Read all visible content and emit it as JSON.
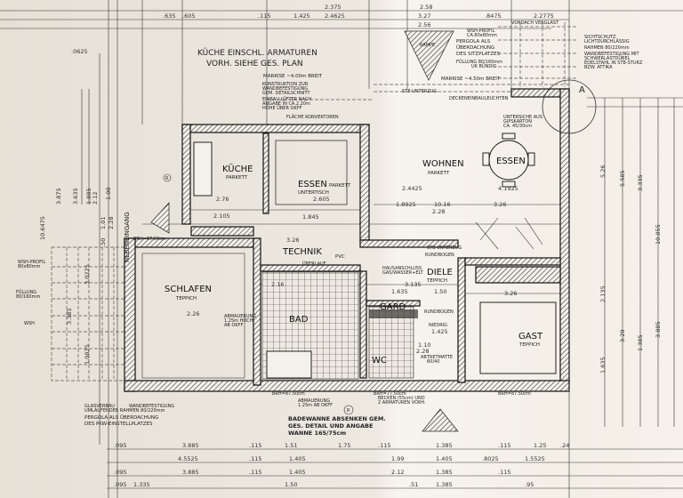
{
  "rooms": {
    "kueche": "KÜCHE",
    "kueche_floor": "PARKETT",
    "essen1": "ESSEN",
    "essen1_sub": "UNTERTISCH",
    "essen1_floor": "PARKETT",
    "wohnen": "WOHNEN",
    "wohnen_floor": "PARKETT",
    "essen2": "ESSEN",
    "schlafen": "SCHLAFEN",
    "schlafen_floor": "TEPPICH",
    "technik": "TECHNIK",
    "pvc": "PVC",
    "bad": "BAD",
    "diele": "DIELE",
    "diele_floor": "TEPPICH",
    "gard": "GARD",
    "gast": "GAST",
    "gast_floor": "TEPPICH",
    "wc": "WC",
    "nebeneingang": "NEBENEINGANG",
    "rampe": "RAMPE"
  },
  "notes": {
    "kueche_note": [
      "KÜCHE EINSCHL. ARMATUREN",
      "VORH. SIEHE GES. PLAN"
    ],
    "markise1": "MARKISE ~4.00m BREIT",
    "konstruktion": [
      "KONSTRUKTION ZUR",
      "WANDBEFESTIGUNG",
      "GEM. DETAILSCHNITT"
    ],
    "luefter": [
      "EINBAU LÜFTER NACH",
      "ANGABE IN CA.2.20m",
      "HÖHE ÜBER OKFF"
    ],
    "konvektoren": "FLÄCHE KONVEKTOREN",
    "pergola_sitz": [
      "PERGOLA ALS",
      "ÜBERDACHUNG",
      "DES SITZPLATZES"
    ],
    "fuellung_top": [
      "FÜLLUNG 80/160mm",
      "UK BÜNDIG"
    ],
    "markise2": "MARKISE ~4.50m BREIT",
    "unterzug_top": "STB UNTERZUG",
    "leuchten": "DECKENEINBAULEUCHTEN",
    "untersicht": [
      "UNTERSICHE AUS",
      "GIPSKARTON",
      "CA. 45/30cm"
    ],
    "vordach": "VORDACH VERGLAST",
    "wsh_profil_top": [
      "WSH-PROFIL",
      "CA.80x80mm"
    ],
    "sichtschutz": [
      "SICHTSCHUTZ",
      "LICHTDURCHLÄSSIG",
      "RAHMEN 80/220mm",
      "WANDBEFESTIGUNG MIT",
      "SCHWERLASTDÜBEL",
      "EDELSTAHL IN STB-STURZ",
      "BZW. ATTIKA"
    ],
    "detail_marker": "A",
    "wsh_profil": [
      "WSH-PROFIL",
      "80x80mm"
    ],
    "fuellung_left": [
      "FÜLLUNG",
      "80/160mm"
    ],
    "wsh": "WSH",
    "glas": "GLASVERBAU",
    "rahmen": "UMLAUFENDER RAHMEN 80/220mm",
    "wandbefestigung": "WANDBEFESTIGUNG",
    "pergola_pkw": [
      "PERGOLA ALS ÜBERDACHUNG",
      "DES PKW-EINSTELLPLATZES"
    ],
    "brh": "BRH=87.50cm",
    "brh2": "BRH=77.50cm",
    "abmauerung": [
      "ABMAUERUNG",
      "1.25m AB OKFF"
    ],
    "abmauerung2": [
      "ABMAUERUNG",
      "1.25m HOCH",
      "AB OKFF"
    ],
    "becken": [
      "BECKEN (55cm) UND",
      "2 ARMATUREN VORH."
    ],
    "badewanne": [
      "BADEWANNE ABSENKEN GEM.",
      "GES. DETAIL UND ANGABE",
      "WANNE 165/75cm"
    ],
    "hausanschluss": [
      "HAUSANSCHLUSS",
      "GAS/WASSER+ELT"
    ],
    "stb_unterzug": "STB UNTERZUG",
    "rundbogen": "RUNDBOGEN",
    "niedrig": "NIEDRIG",
    "abtretmatte": [
      "ABTRETMATTE",
      "60/40"
    ],
    "uberlauf": "ÜBERLAUF",
    "radiator_r": "R"
  },
  "dimensions": {
    "top": [
      "2.58",
      "2.2775",
      "2.375",
      "2.4625",
      ".635",
      ".605",
      "3.27",
      "2.56",
      ".8475",
      "1.425",
      ".0625",
      ".115"
    ],
    "inner": [
      "2.76",
      "2.105",
      "1.845",
      "2.4425",
      "4.1925",
      "2.28",
      "3.26",
      "1.8925",
      "10.16",
      "3.135",
      "1.635",
      "1.50",
      "3.26",
      "1.425",
      "2.26",
      "3.26",
      "2.16",
      "2.605",
      "1.10",
      "2.28"
    ],
    "left": [
      "10.6475",
      "3.875",
      "3.635",
      "1.885",
      "2.12",
      "1.00",
      "1.01",
      "2.28",
      ".50",
      "3.0225",
      "3.385",
      "1.0825"
    ],
    "right": [
      "5.26",
      "5.585",
      "10.055",
      "3.335",
      "2.135",
      "3.885",
      "3.20",
      "1.385",
      "1.635"
    ],
    "bottom_row1": [
      ".095",
      "3.885",
      ".115",
      "1.51",
      "1.75",
      ".115",
      "1.385",
      ".115",
      "1.25",
      ".24"
    ],
    "bottom_row2": [
      "4.5525",
      ".115",
      "1.405",
      "1.99",
      "1.405",
      ".8025",
      "1.5525"
    ],
    "bottom_row3": [
      ".095",
      "3.885",
      ".115",
      "1.405",
      "2.12",
      "1.385",
      ".115"
    ],
    "bottom_row4": [
      ".095",
      "1.335",
      "1.50",
      ".51",
      "1.385",
      ".95"
    ]
  },
  "colors": {
    "paper": "#ebe6dc",
    "ink": "#1a1a1a",
    "hatch": "#444444"
  }
}
